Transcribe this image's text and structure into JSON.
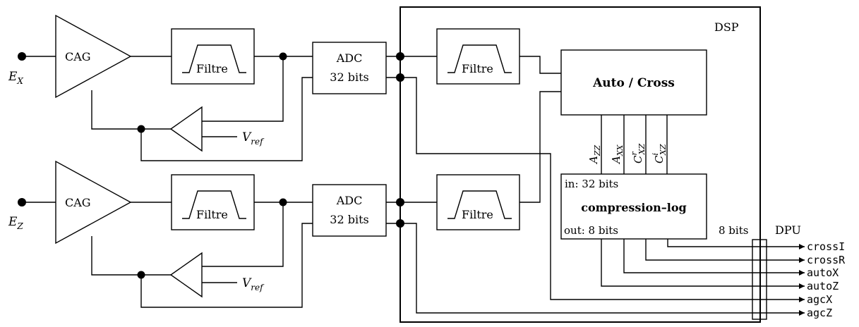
{
  "inputs": {
    "ex": {
      "letter": "E",
      "sub": "X"
    },
    "ez": {
      "letter": "E",
      "sub": "Z"
    }
  },
  "agc_label": "CAG",
  "filter_label": "Filtre",
  "adc": {
    "line1": "ADC",
    "line2": "32 bits"
  },
  "vref": {
    "letter": "V",
    "sub": "ref"
  },
  "dsp": {
    "title": "DSP",
    "auto_cross": "Auto / Cross",
    "compression": {
      "title": "compression–log",
      "in_label": "in: 32 bits",
      "out_label": "out: 8 bits"
    },
    "bus_label": "8 bits",
    "channels": [
      {
        "letter": "A",
        "sub": "ZZ",
        "sup": ""
      },
      {
        "letter": "A",
        "sub": "XX",
        "sup": ""
      },
      {
        "letter": "C",
        "sub": "XZ",
        "sup": "r"
      },
      {
        "letter": "C",
        "sub": "XZ",
        "sup": "i"
      }
    ]
  },
  "dpu": {
    "title": "DPU",
    "outputs": [
      "crossI",
      "crossR",
      "autoX",
      "autoZ",
      "agcX",
      "agcZ"
    ]
  }
}
